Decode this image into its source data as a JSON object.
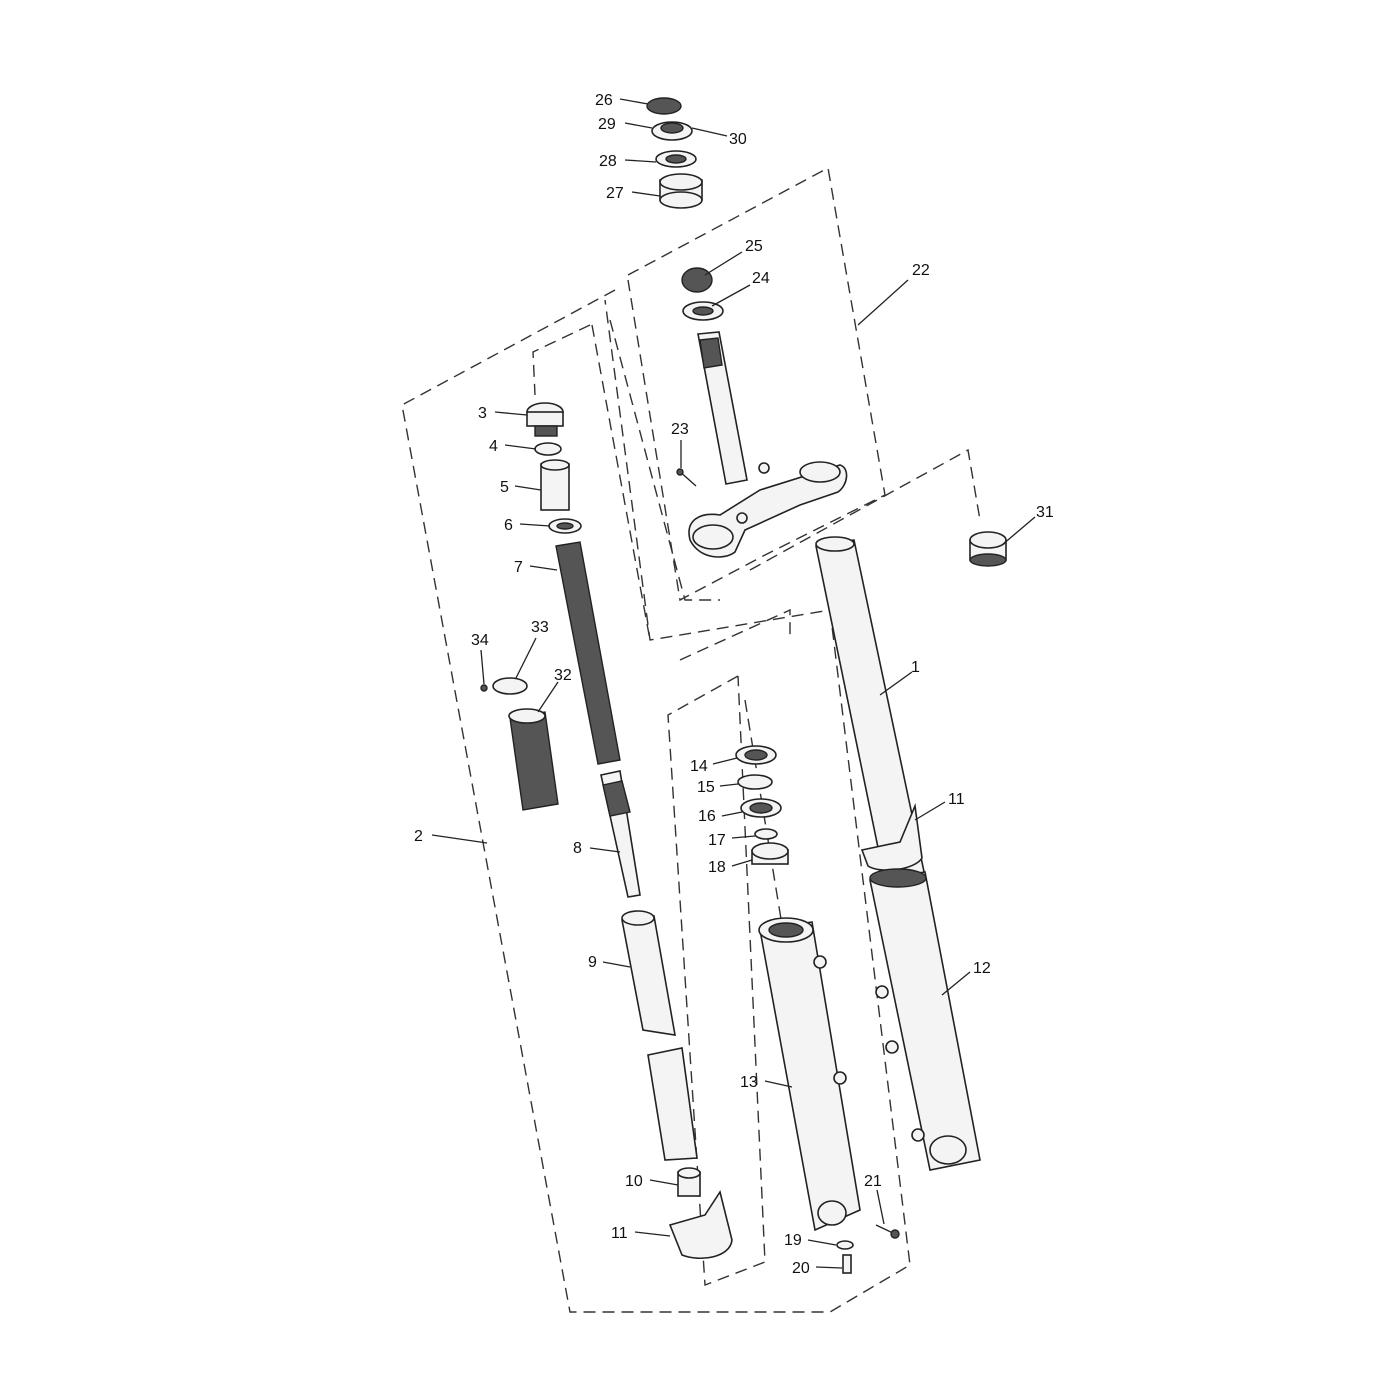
{
  "labels": [
    {
      "id": "1",
      "text": "1"
    },
    {
      "id": "2",
      "text": "2"
    },
    {
      "id": "3",
      "text": "3"
    },
    {
      "id": "4",
      "text": "4"
    },
    {
      "id": "5",
      "text": "5"
    },
    {
      "id": "6",
      "text": "6"
    },
    {
      "id": "7",
      "text": "7"
    },
    {
      "id": "8",
      "text": "8"
    },
    {
      "id": "9",
      "text": "9"
    },
    {
      "id": "10",
      "text": "10"
    },
    {
      "id": "11a",
      "text": "11"
    },
    {
      "id": "11b",
      "text": "11"
    },
    {
      "id": "12",
      "text": "12"
    },
    {
      "id": "13",
      "text": "13"
    },
    {
      "id": "14",
      "text": "14"
    },
    {
      "id": "15",
      "text": "15"
    },
    {
      "id": "16",
      "text": "16"
    },
    {
      "id": "17",
      "text": "17"
    },
    {
      "id": "18",
      "text": "18"
    },
    {
      "id": "19",
      "text": "19"
    },
    {
      "id": "20",
      "text": "20"
    },
    {
      "id": "21",
      "text": "21"
    },
    {
      "id": "22",
      "text": "22"
    },
    {
      "id": "23",
      "text": "23"
    },
    {
      "id": "24",
      "text": "24"
    },
    {
      "id": "25",
      "text": "25"
    },
    {
      "id": "26",
      "text": "26"
    },
    {
      "id": "27",
      "text": "27"
    },
    {
      "id": "28",
      "text": "28"
    },
    {
      "id": "29",
      "text": "29"
    },
    {
      "id": "30",
      "text": "30"
    },
    {
      "id": "31",
      "text": "31"
    },
    {
      "id": "32",
      "text": "32"
    },
    {
      "id": "33",
      "text": "33"
    },
    {
      "id": "34",
      "text": "34"
    }
  ]
}
